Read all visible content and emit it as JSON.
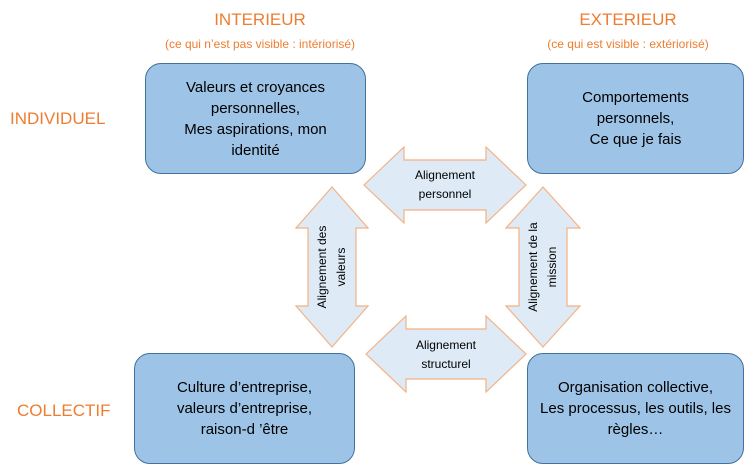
{
  "headers": {
    "interior": {
      "title": "INTERIEUR",
      "subtitle": "(ce qui n’est pas visible : intériorisé)"
    },
    "exterior": {
      "title": "EXTERIEUR",
      "subtitle": "(ce qui est visible : extériorisé)"
    }
  },
  "rows": {
    "individual": "INDIVIDUEL",
    "collective": "COLLECTIF"
  },
  "boxes": {
    "individual_interior": [
      "Valeurs et croyances",
      "personnelles,",
      "Mes aspirations, mon",
      "identité"
    ],
    "individual_exterior": [
      "Comportements",
      "personnels,",
      "Ce que je fais"
    ],
    "collective_interior": [
      "Culture d’entreprise,",
      "valeurs d’entreprise,",
      "raison-d ’être"
    ],
    "collective_exterior": [
      "Organisation collective,",
      "Les processus, les outils, les",
      "règles…"
    ]
  },
  "arrows": {
    "top": [
      "Alignement",
      "personnel"
    ],
    "bottom": [
      "Alignement",
      "structurel"
    ],
    "left": [
      "Alignement des",
      "valeurs"
    ],
    "right": [
      "Alignement de la",
      "mission"
    ]
  },
  "colors": {
    "accent": "#ed7d31",
    "box_fill": "#9dc3e6",
    "box_border": "#41719c",
    "arrow_fill": "#deebf7",
    "arrow_border": "#f4b183"
  }
}
